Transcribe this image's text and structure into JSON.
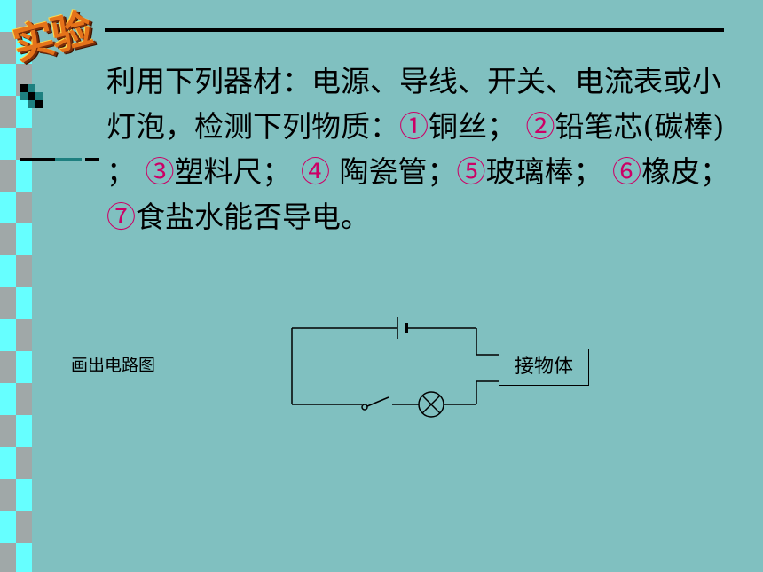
{
  "slide": {
    "badge": "实验",
    "paragraph": [
      {
        "t": "利用下列器材：电源、导线、开关、电流表或小灯泡，检测下列物质：",
        "c": "black"
      },
      {
        "t": "①",
        "c": "pink"
      },
      {
        "t": "铜丝； ",
        "c": "black"
      },
      {
        "t": "②",
        "c": "pink"
      },
      {
        "t": "铅笔芯(碳棒) ； ",
        "c": "black"
      },
      {
        "t": "③",
        "c": "pink"
      },
      {
        "t": "塑料尺； ",
        "c": "black"
      },
      {
        "t": "④",
        "c": "pink"
      },
      {
        "t": " 陶瓷管；",
        "c": "black"
      },
      {
        "t": "⑤",
        "c": "pink"
      },
      {
        "t": "玻璃棒； ",
        "c": "black"
      },
      {
        "t": "⑥",
        "c": "pink"
      },
      {
        "t": "橡皮； ",
        "c": "black"
      },
      {
        "t": "⑦",
        "c": "pink"
      },
      {
        "t": "食盐水能否导电。",
        "c": "black"
      }
    ],
    "draw_label": "画出电路图",
    "circuit": {
      "object_label": "接物体"
    }
  },
  "colors": {
    "background": "#80c0c0",
    "strip_light": "#66ffff",
    "strip_gray": "#a0a8a8",
    "text_pink": "#cc0066",
    "badge_orange": "#e5731a"
  }
}
